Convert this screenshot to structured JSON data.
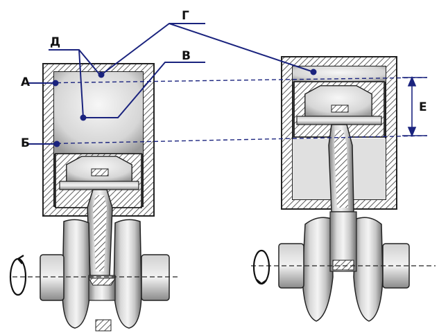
{
  "labels": {
    "a": "А",
    "b": "Б",
    "v": "В",
    "g": "Г",
    "d": "Д",
    "e": "Е"
  },
  "colors": {
    "leader": "#1a237e",
    "hatch": "#333333",
    "metal_light": "#e6e6e6",
    "metal_dark": "#8c8c8c",
    "outline": "#222222"
  }
}
